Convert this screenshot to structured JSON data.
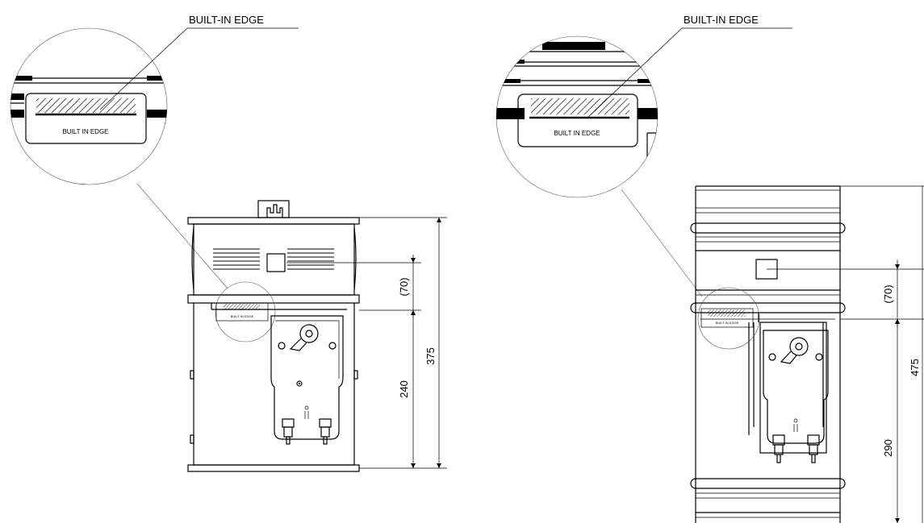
{
  "left_view": {
    "callout_label": "BUILT-IN EDGE",
    "detail_label": "BUILT IN EDGE",
    "small_label": "BUILT IN EDGE",
    "dim_offset": "(70)",
    "dim_lower": "240",
    "dim_total": "375"
  },
  "right_view": {
    "callout_label": "BUILT-IN EDGE",
    "detail_label": "BUILT IN EDGE",
    "small_label": "BUILT IN EDGE",
    "dim_offset": "(70)",
    "dim_lower": "290",
    "dim_total": "475"
  }
}
